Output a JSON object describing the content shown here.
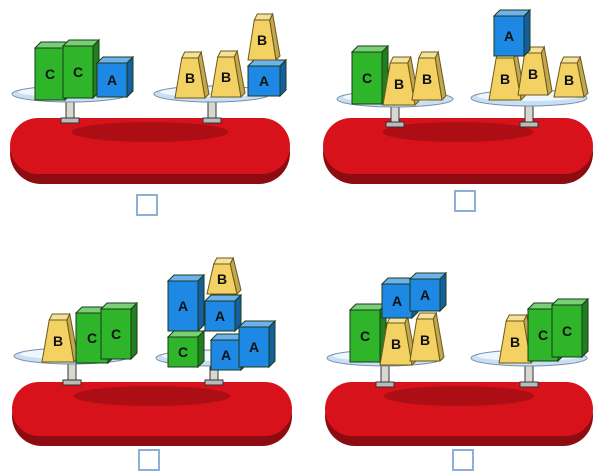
{
  "colors": {
    "A": "#1e88e5",
    "B": "#f3d163",
    "C": "#2fb52a",
    "base": "#d8121a",
    "pan": "#c9dff2",
    "answer_box_border": "#8fb0d6"
  },
  "problems": [
    {
      "left_pan": [
        "C",
        "C",
        "A"
      ],
      "right_pan": [
        "B",
        "B",
        "A",
        "B"
      ],
      "answer": ""
    },
    {
      "left_pan": [
        "C",
        "B",
        "B"
      ],
      "right_pan": [
        "B",
        "B",
        "B",
        "A"
      ],
      "answer": ""
    },
    {
      "left_pan": [
        "B",
        "C",
        "C"
      ],
      "right_pan": [
        "A",
        "C",
        "A",
        "A",
        "A",
        "B"
      ],
      "answer": ""
    },
    {
      "left_pan": [
        "C",
        "B",
        "B",
        "A",
        "A"
      ],
      "right_pan": [
        "B",
        "C",
        "C"
      ],
      "answer": ""
    }
  ]
}
